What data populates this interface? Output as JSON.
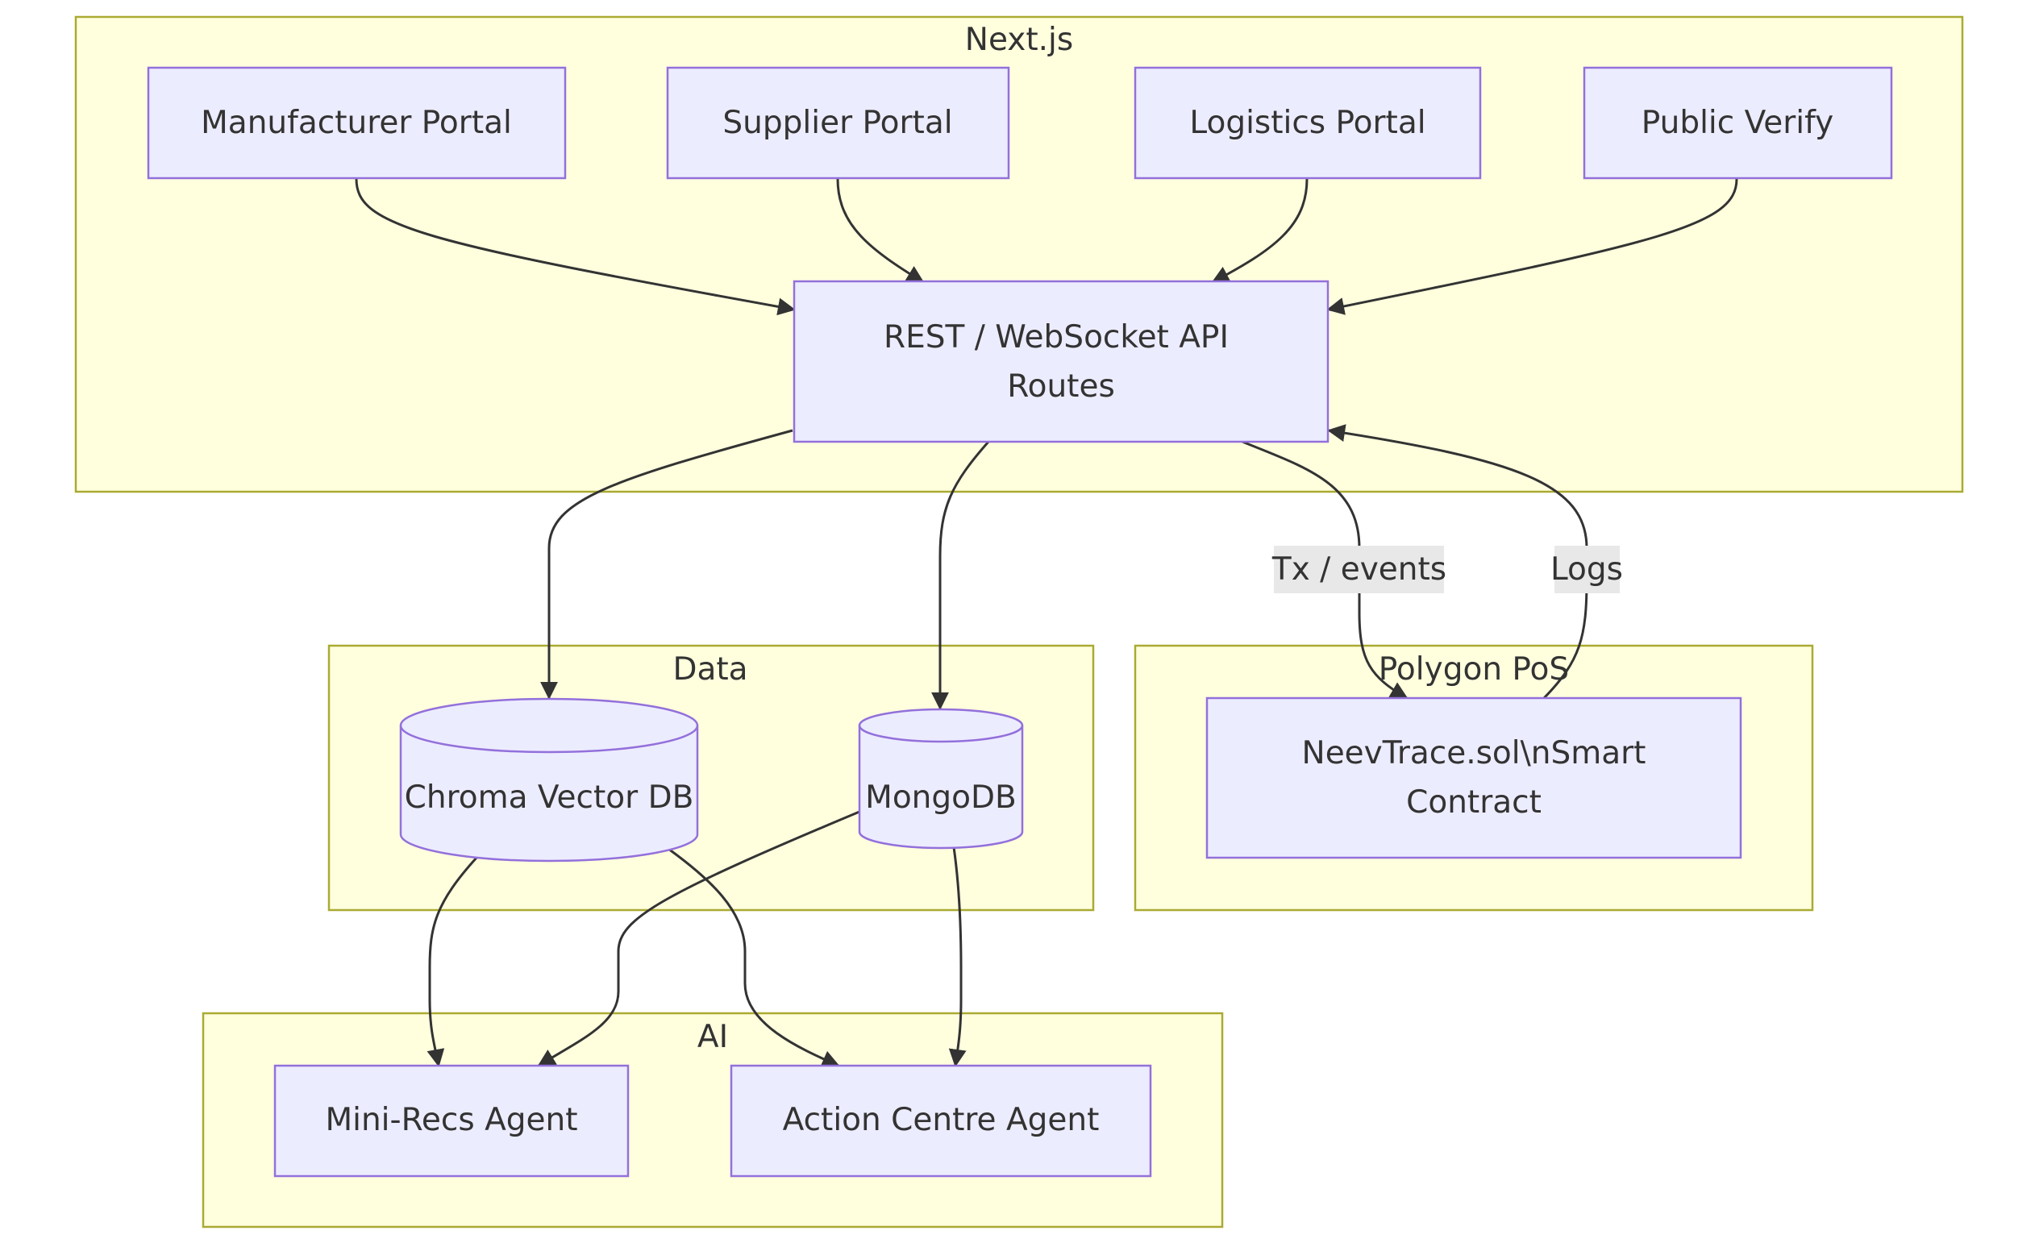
{
  "subgraphs": {
    "nextjs": "Next.js",
    "data": "Data",
    "polygon": "Polygon PoS",
    "ai": "AI"
  },
  "nodes": {
    "manufacturer_portal": "Manufacturer Portal",
    "supplier_portal": "Supplier Portal",
    "logistics_portal": "Logistics Portal",
    "public_verify": "Public Verify",
    "api_line1": "REST / WebSocket API",
    "api_line2": "Routes",
    "chroma": "Chroma Vector DB",
    "mongodb": "MongoDB",
    "contract_line1": "NeevTrace.sol\\nSmart",
    "contract_line2": "Contract",
    "mini_recs": "Mini-Recs Agent",
    "action_centre": "Action Centre Agent"
  },
  "edge_labels": {
    "tx_events": "Tx / events",
    "logs": "Logs"
  },
  "colors": {
    "subgraph_fill": "#ffffde",
    "subgraph_stroke": "#aaaa33",
    "node_fill": "#ececff",
    "node_stroke": "#9370db",
    "edge": "#333333"
  }
}
